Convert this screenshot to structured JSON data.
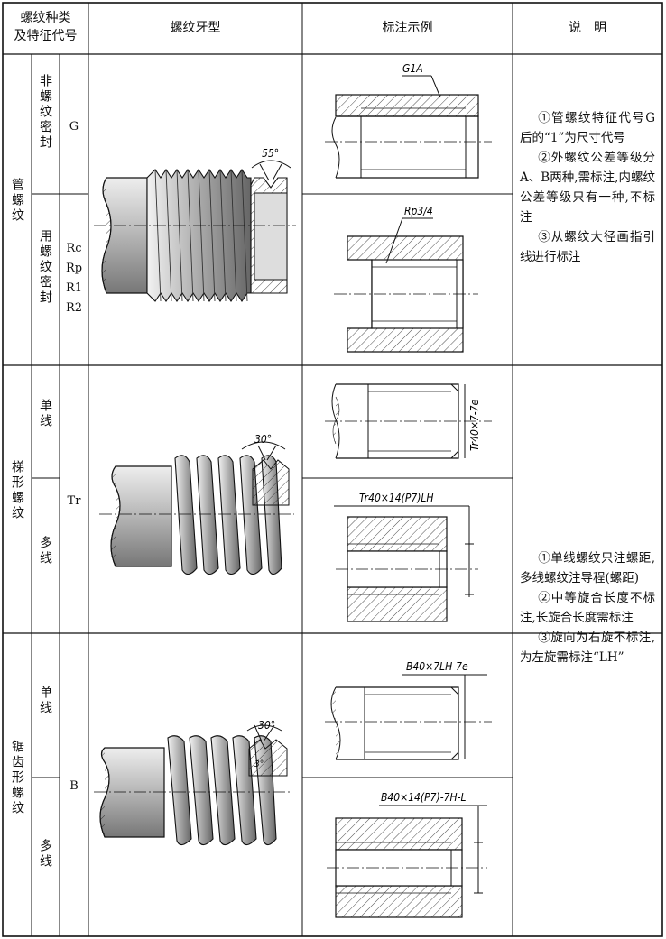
{
  "header": {
    "col1_line1": "螺纹种类",
    "col1_line2": "及特征代号",
    "col2": "螺纹牙型",
    "col3": "标注示例",
    "col4": "说　明"
  },
  "groups": [
    {
      "name": "管螺纹",
      "subs": [
        {
          "type": "非螺纹密封",
          "codes": [
            "G"
          ],
          "label": "G1A"
        },
        {
          "type": "用螺纹密封",
          "codes": [
            "Rc",
            "Rp",
            "R1",
            "R2"
          ],
          "label": "Rp3/4"
        }
      ],
      "profile_angle": "55°",
      "notes": [
        "①管螺纹特征代号G后的“1”为尺寸代号",
        "②外螺纹公差等级分A、B两种,需标注,内螺纹公差等级只有一种,不标注",
        "③从螺纹大径画指引线进行标注"
      ]
    },
    {
      "name": "梯形螺纹",
      "subs": [
        {
          "type": "单线",
          "label": "Tr40×7-7e"
        },
        {
          "type": "多线",
          "label": "Tr40×14(P7)LH"
        }
      ],
      "codes": [
        "Tr"
      ],
      "profile_angle": "30°"
    },
    {
      "name": "锯齿形螺纹",
      "subs": [
        {
          "type": "单线",
          "label": "B40×7LH-7e"
        },
        {
          "type": "多线",
          "label": "B40×14(P7)-7H-L"
        }
      ],
      "codes": [
        "B"
      ],
      "profile_angle": "30°",
      "profile_angle_2": "3°",
      "notes": [
        "①单线螺纹只注螺距,多线螺纹注导程(螺距)",
        "②中等旋合长度不标注,长旋合长度需标注",
        "③旋向为右旋不标注,为左旋需标注“LH”"
      ]
    }
  ]
}
